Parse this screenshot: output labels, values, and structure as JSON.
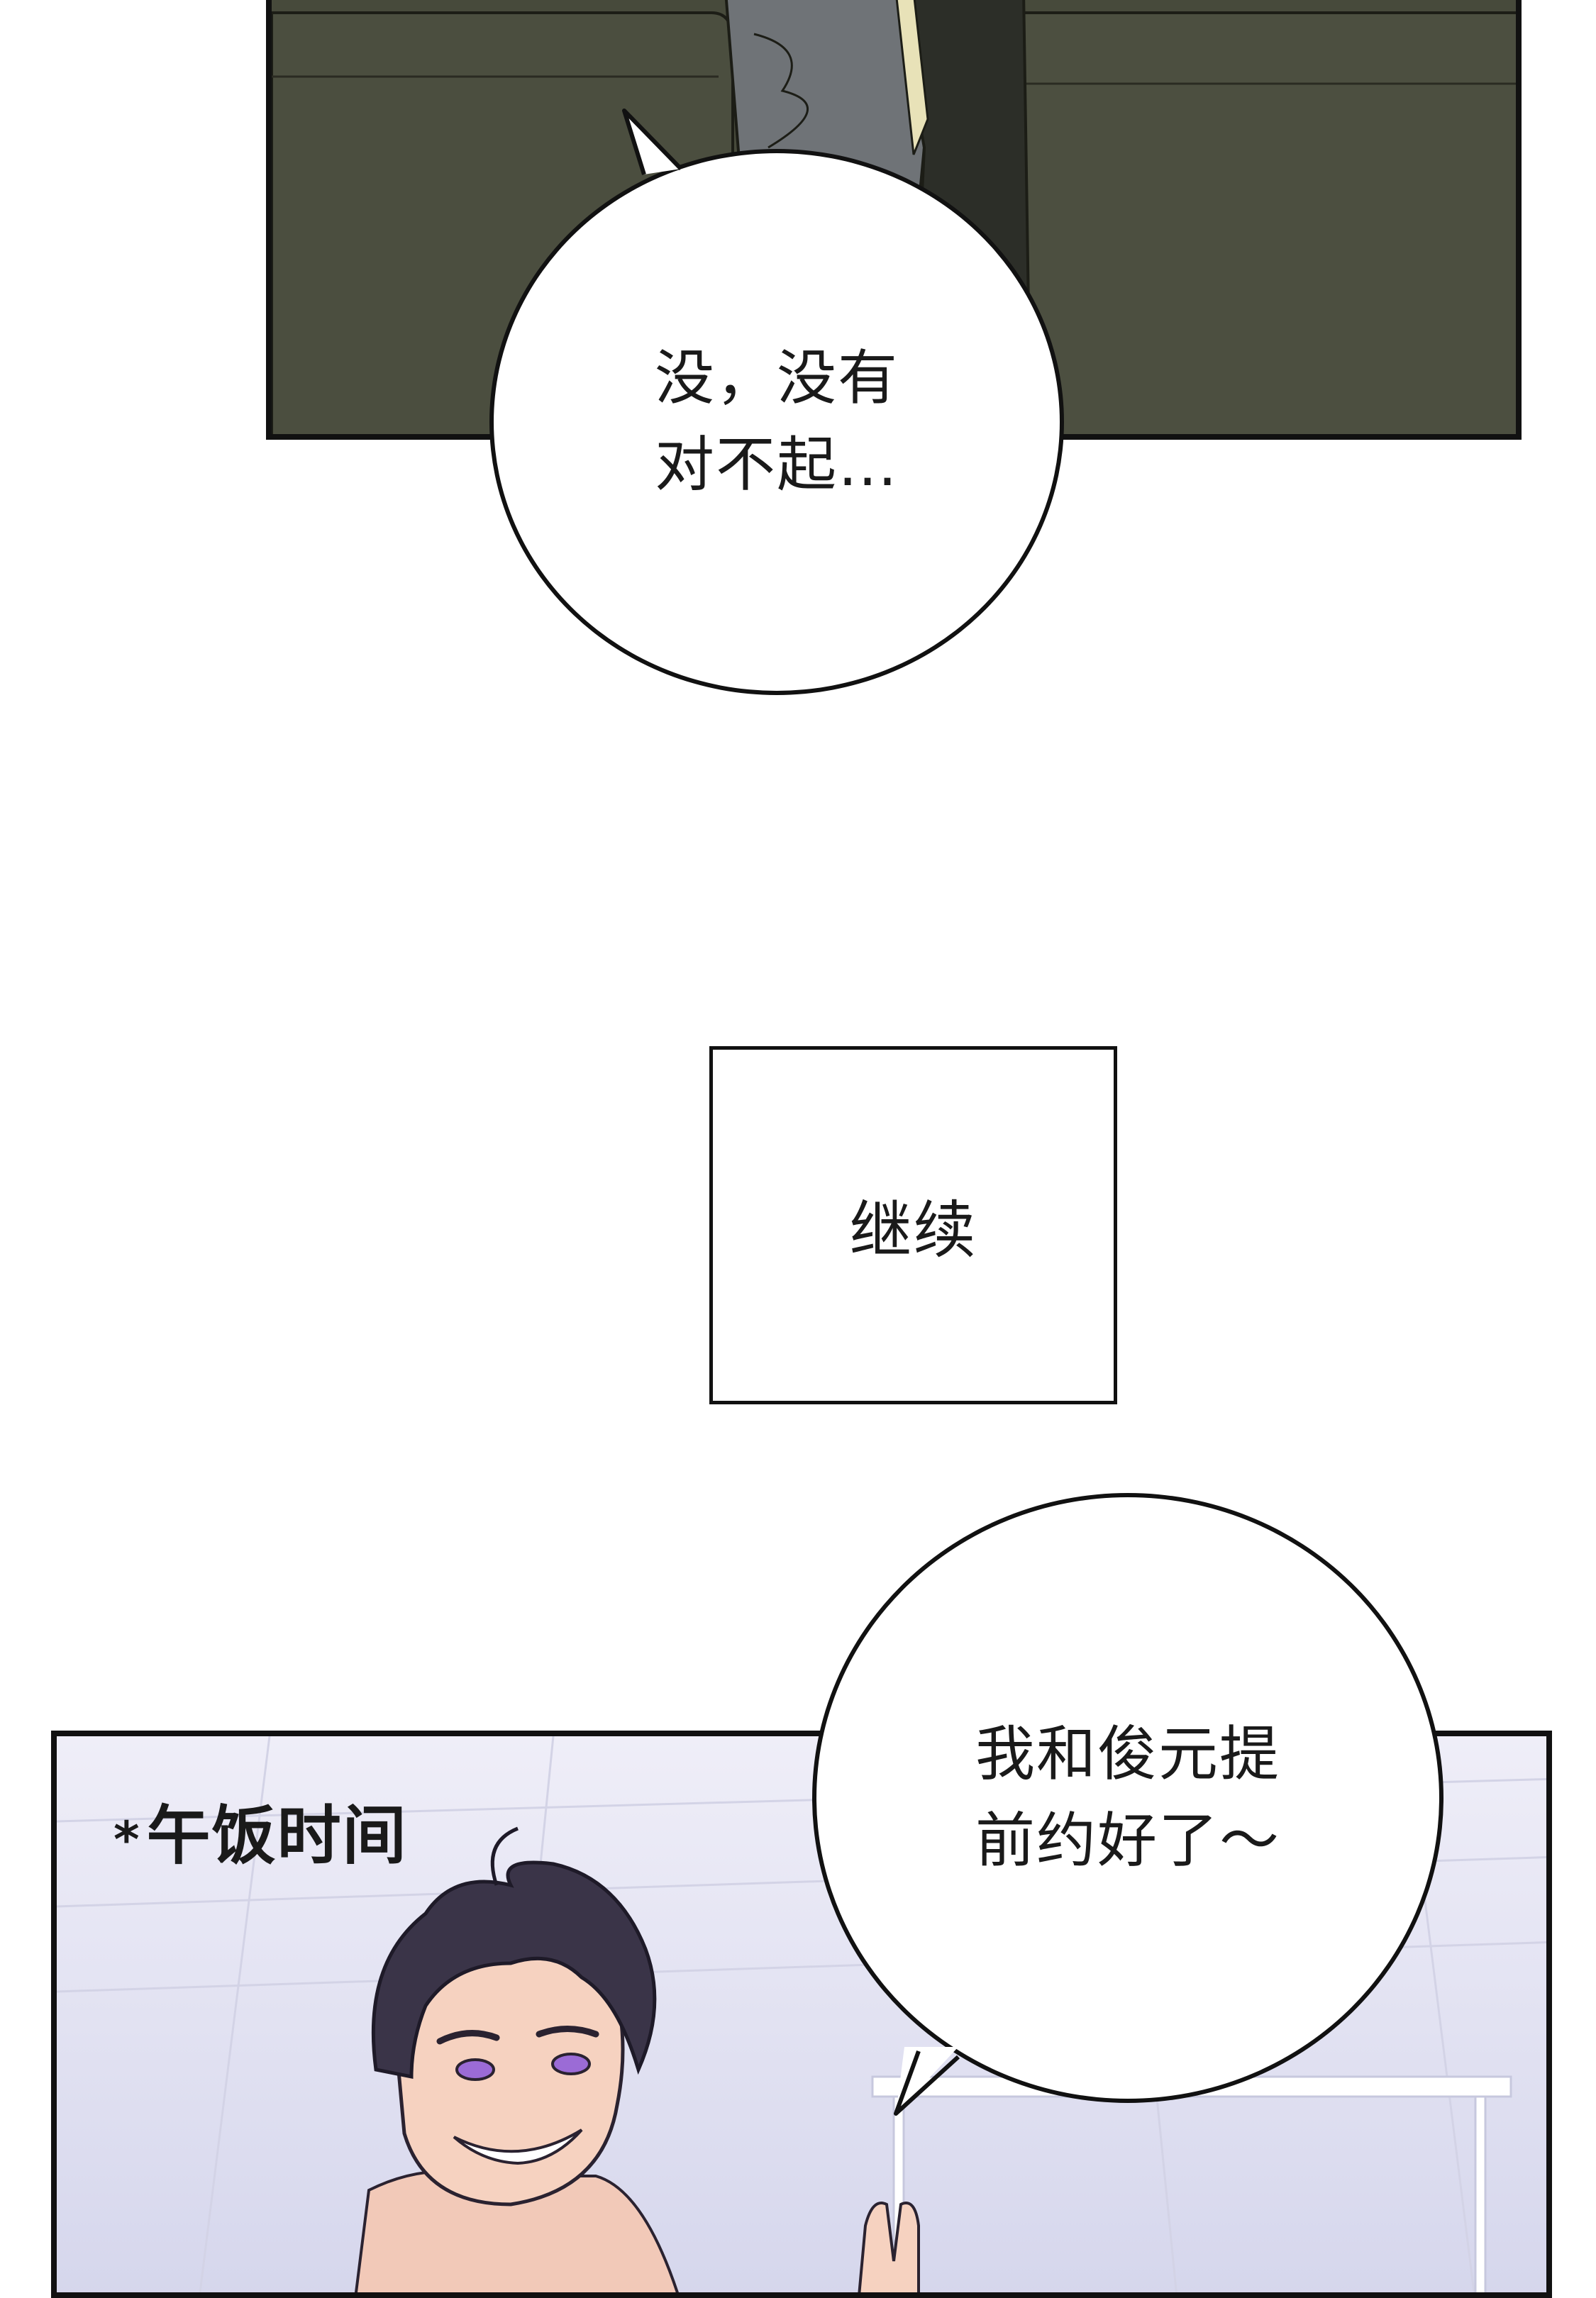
{
  "panels": {
    "bubble_1": {
      "lines": [
        "没，没有",
        "对不起…"
      ]
    },
    "sign_box": {
      "text": "继续"
    },
    "bubble_2": {
      "lines": [
        "我和俊元提",
        "前约好了～"
      ]
    },
    "caption": {
      "marker": "*",
      "text": "午饭时间"
    }
  },
  "colors": {
    "ink": "#111111",
    "top_panel_bg": "#4a4d3e",
    "bottom_panel_bg": "#e4e3f3",
    "bubble_fill": "#ffffff"
  }
}
